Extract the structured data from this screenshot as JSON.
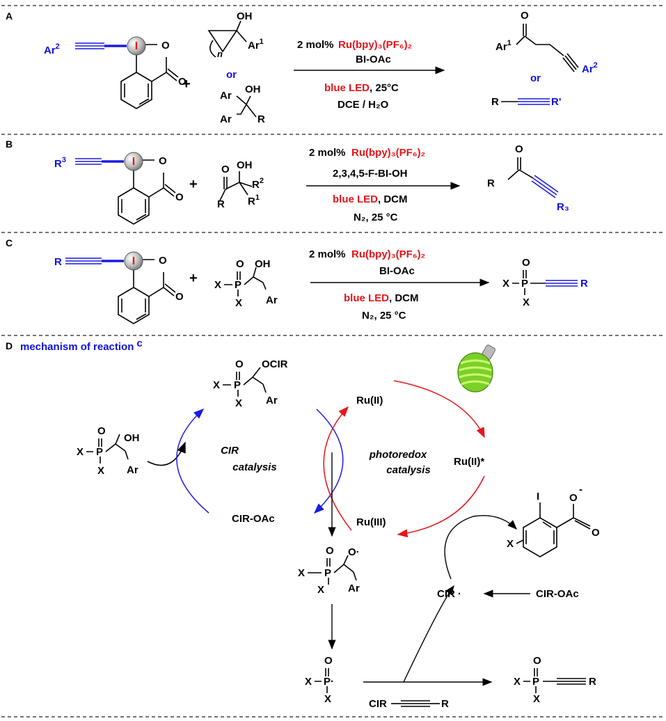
{
  "panels": {
    "A": {
      "label": "A",
      "reagent_alkyne": "Ar",
      "reagent_alkyne_sup": "2",
      "or1": "or",
      "ar1": "Ar",
      "ar1_sup": "1",
      "n": "n",
      "oh": "OH",
      "ar_a": "Ar",
      "ar_b": "Ar",
      "r": "R",
      "cat_prefix": "2 mol%",
      "cat": "Ru(bpy)₃(PF₆)₂",
      "co": "BI-OAc",
      "light": "blue LED",
      "cond": ", 25°C",
      "solvent": "DCE / H₂O",
      "prod_ar1": "Ar",
      "prod_ar1_sup": "1",
      "prod_ar2": "Ar",
      "prod_ar2_sup": "2",
      "or2": "or",
      "prod_r": "R",
      "prod_rp": "R'"
    },
    "B": {
      "label": "B",
      "r3": "R",
      "r3_sup": "3",
      "cat_prefix": "2 mol%",
      "cat": "Ru(bpy)₃(PF₆)₂",
      "co": "2,3,4,5-F-BI-OH",
      "light": "blue LED",
      "cond": ", DCM",
      "atm": "N₂, 25 °C",
      "oh": "OH",
      "r": "R",
      "r1": "R",
      "r1_sup": "1",
      "r2": "R",
      "r2_sup": "2",
      "prod_r": "R",
      "prod_r3": "R₃"
    },
    "C": {
      "label": "C",
      "r": "R",
      "cat_prefix": "2 mol%",
      "cat": "Ru(bpy)₃(PF₆)₂",
      "co": "BI-OAc",
      "light": "blue LED",
      "cond": ", DCM",
      "atm": "N₂, 25 °C",
      "x": "X",
      "p": "P",
      "o": "O",
      "oh": "OH",
      "ar": "Ar",
      "prod_r": "R"
    },
    "D": {
      "label": "D",
      "title": "mechanism of reaction",
      "title_sup": "c",
      "ocir": "OCIR",
      "cir_catalysis_1": "CIR",
      "cir_catalysis_2": "catalysis",
      "photo_1": "photoredox",
      "photo_2": "catalysis",
      "ru2": "Ru(II)",
      "ru2star": "Ru(II)*",
      "ru3": "Ru(III)",
      "cir_oac_left": "CIR-OAc",
      "cir_oac_right": "CIR-OAc",
      "cir_radical": "CIR",
      "cir_alkyne": "CIR",
      "i": "I",
      "o_minus": "-",
      "r": "R"
    }
  },
  "colors": {
    "red": "#e8141b",
    "blue": "#1010e0",
    "black": "#000000"
  }
}
